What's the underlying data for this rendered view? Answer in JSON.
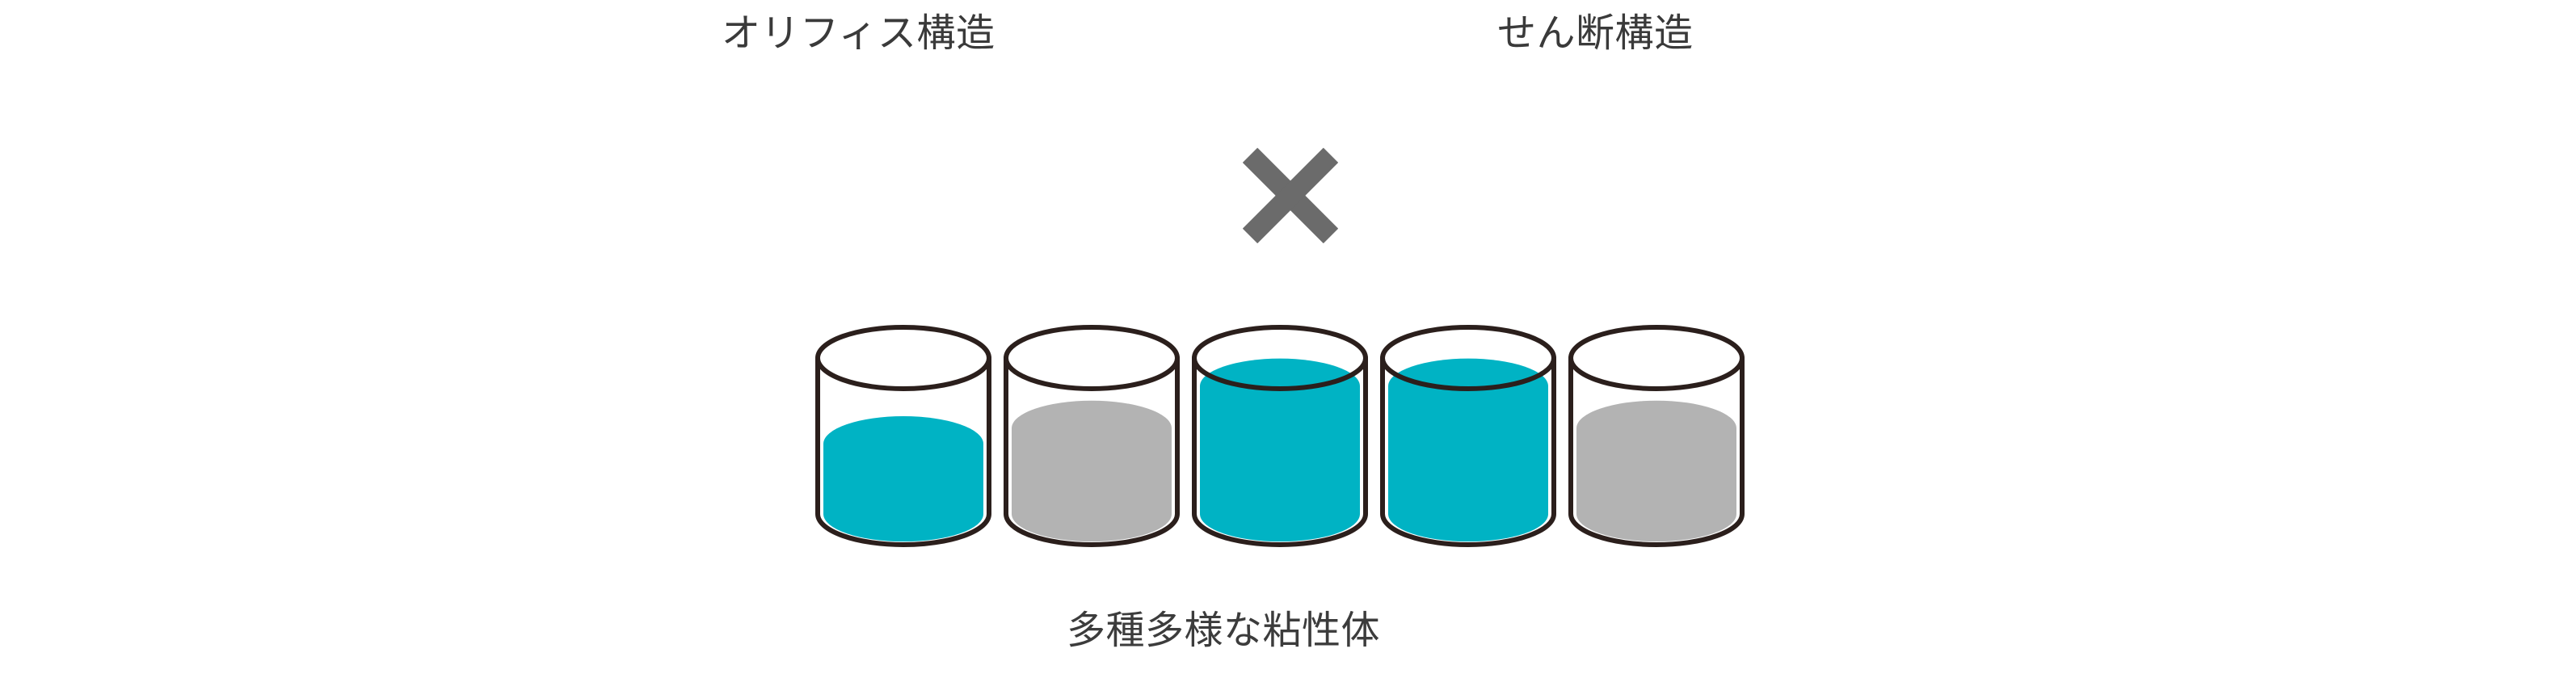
{
  "diagram": {
    "background_color": "#ffffff",
    "text_color": "#3a3a3a",
    "top_labels": {
      "left": "オリフィス構造",
      "right": "せん断構造"
    },
    "operator": {
      "icon": "multiplication-cross-icon",
      "glyph": "×",
      "color": "#6b6b6b",
      "meaning": "combination-of-both-structures"
    },
    "caption": "多種多様な粘性体",
    "palette": {
      "cyan": "#00b3c4",
      "gray": "#b3b3b3",
      "outline": "#2b1f1c"
    },
    "cylinders": [
      {
        "index": 1,
        "fill_color": "#00b3c4",
        "fill_label": "cyan",
        "fill_percent": 45
      },
      {
        "index": 2,
        "fill_color": "#b3b3b3",
        "fill_label": "gray",
        "fill_percent": 55
      },
      {
        "index": 3,
        "fill_color": "#00b3c4",
        "fill_label": "cyan",
        "fill_percent": 82
      },
      {
        "index": 4,
        "fill_color": "#00b3c4",
        "fill_label": "cyan",
        "fill_percent": 82
      },
      {
        "index": 5,
        "fill_color": "#b3b3b3",
        "fill_label": "gray",
        "fill_percent": 55
      }
    ]
  },
  "chart_data": {
    "type": "bar",
    "title": "多種多様な粘性体",
    "xlabel": "",
    "ylabel": "",
    "categories": [
      "1",
      "2",
      "3",
      "4",
      "5"
    ],
    "values": [
      45,
      55,
      82,
      82,
      55
    ],
    "ylim": [
      0,
      100
    ],
    "grid": false,
    "legend": null,
    "annotations": [
      "オリフィス構造",
      "せん断構造",
      "×",
      "多種多様な粘性体"
    ],
    "series": [
      {
        "name": "fill-level-percent",
        "values": [
          45,
          55,
          82,
          82,
          55
        ],
        "colors": [
          "#00b3c4",
          "#b3b3b3",
          "#00b3c4",
          "#00b3c4",
          "#b3b3b3"
        ]
      }
    ]
  }
}
